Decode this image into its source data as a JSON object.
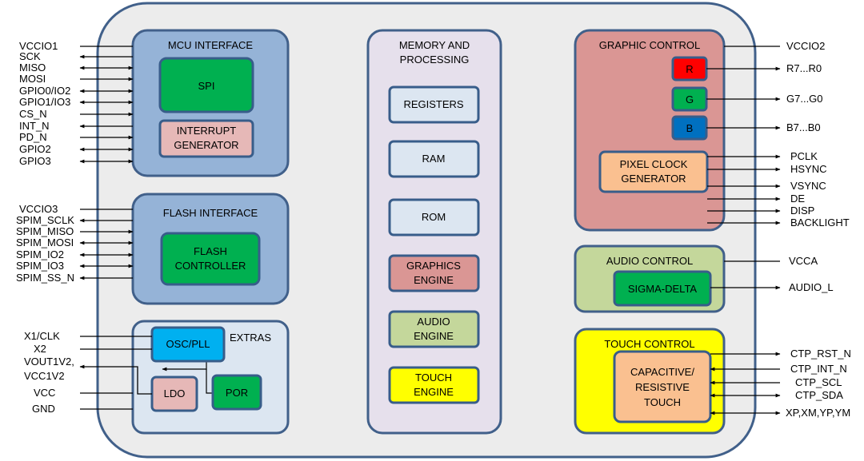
{
  "colors": {
    "chip_fill": "#ececec",
    "chip_stroke": "#41608a",
    "panel_blue": "#95b3d7",
    "panel_light": "#dce6f1",
    "panel_lavender": "#e6e0ec",
    "panel_red": "#da9694",
    "panel_green": "#c4d79b",
    "panel_yellow": "#ffff00",
    "box_green": "#00b050",
    "box_pink": "#e6b8b7",
    "box_cyan": "#00b0f0",
    "box_orange": "#fac090",
    "box_red": "#ff0000",
    "box_blue": "#0070c0",
    "box_inner_stroke": "#385d8a"
  },
  "sections": {
    "mcu": "MCU INTERFACE",
    "flash": "FLASH INTERFACE",
    "extras": "EXTRAS",
    "memory_line1": "MEMORY AND",
    "memory_line2": "PROCESSING",
    "graphic": "GRAPHIC CONTROL",
    "audio": "AUDIO CONTROL",
    "touch": "TOUCH CONTROL"
  },
  "blocks": {
    "spi": "SPI",
    "interrupt_line1": "INTERRUPT",
    "interrupt_line2": "GENERATOR",
    "flash_ctrl_line1": "FLASH",
    "flash_ctrl_line2": "CONTROLLER",
    "osc_pll": "OSC/PLL",
    "ldo": "LDO",
    "por": "POR",
    "registers": "REGISTERS",
    "ram": "RAM",
    "rom": "ROM",
    "graphics_engine_line1": "GRAPHICS",
    "graphics_engine_line2": "ENGINE",
    "audio_engine_line1": "AUDIO",
    "audio_engine_line2": "ENGINE",
    "touch_engine_line1": "TOUCH",
    "touch_engine_line2": "ENGINE",
    "r": "R",
    "g": "G",
    "b": "B",
    "pixel_clock_line1": "PIXEL CLOCK",
    "pixel_clock_line2": "GENERATOR",
    "sigma_delta": "SIGMA-DELTA",
    "touch_block_line1": "CAPACITIVE/",
    "touch_block_line2": "RESISTIVE",
    "touch_block_line3": "TOUCH"
  },
  "pins_left": {
    "vccio1": "VCCIO1",
    "sck": "SCK",
    "miso": "MISO",
    "mosi": "MOSI",
    "gpio0_io2": "GPIO0/IO2",
    "gpio1_io3": "GPIO1/IO3",
    "cs_n": "CS_N",
    "int_n": "INT_N",
    "pd_n": "PD_N",
    "gpio2": "GPIO2",
    "gpio3": "GPIO3",
    "vccio3": "VCCIO3",
    "spim_sclk": "SPIM_SCLK",
    "spim_miso": "SPIM_MISO",
    "spim_mosi": "SPIM_MOSI",
    "spim_io2": "SPIM_IO2",
    "spim_io3": "SPIM_IO3",
    "spim_ss_n": "SPIM_SS_N",
    "x1_clk": "X1/CLK",
    "x2": "X2",
    "vout1v2": "VOUT1V2,",
    "vcc1v2": "VCC1V2",
    "vcc": "VCC",
    "gnd": "GND"
  },
  "pins_right": {
    "vccio2": "VCCIO2",
    "r": "R7...R0",
    "g": "G7...G0",
    "b": "B7...B0",
    "pclk": "PCLK",
    "hsync": "HSYNC",
    "vsync": "VSYNC",
    "de": "DE",
    "disp": "DISP",
    "backlight": "BACKLIGHT",
    "vcca": "VCCA",
    "audio_l": "AUDIO_L",
    "ctp_rst_n": "CTP_RST_N",
    "ctp_int_n": "CTP_INT_N",
    "ctp_scl": "CTP_SCL",
    "ctp_sda": "CTP_SDA",
    "xp_xm_yp_ym": "XP,XM,YP,YM"
  }
}
